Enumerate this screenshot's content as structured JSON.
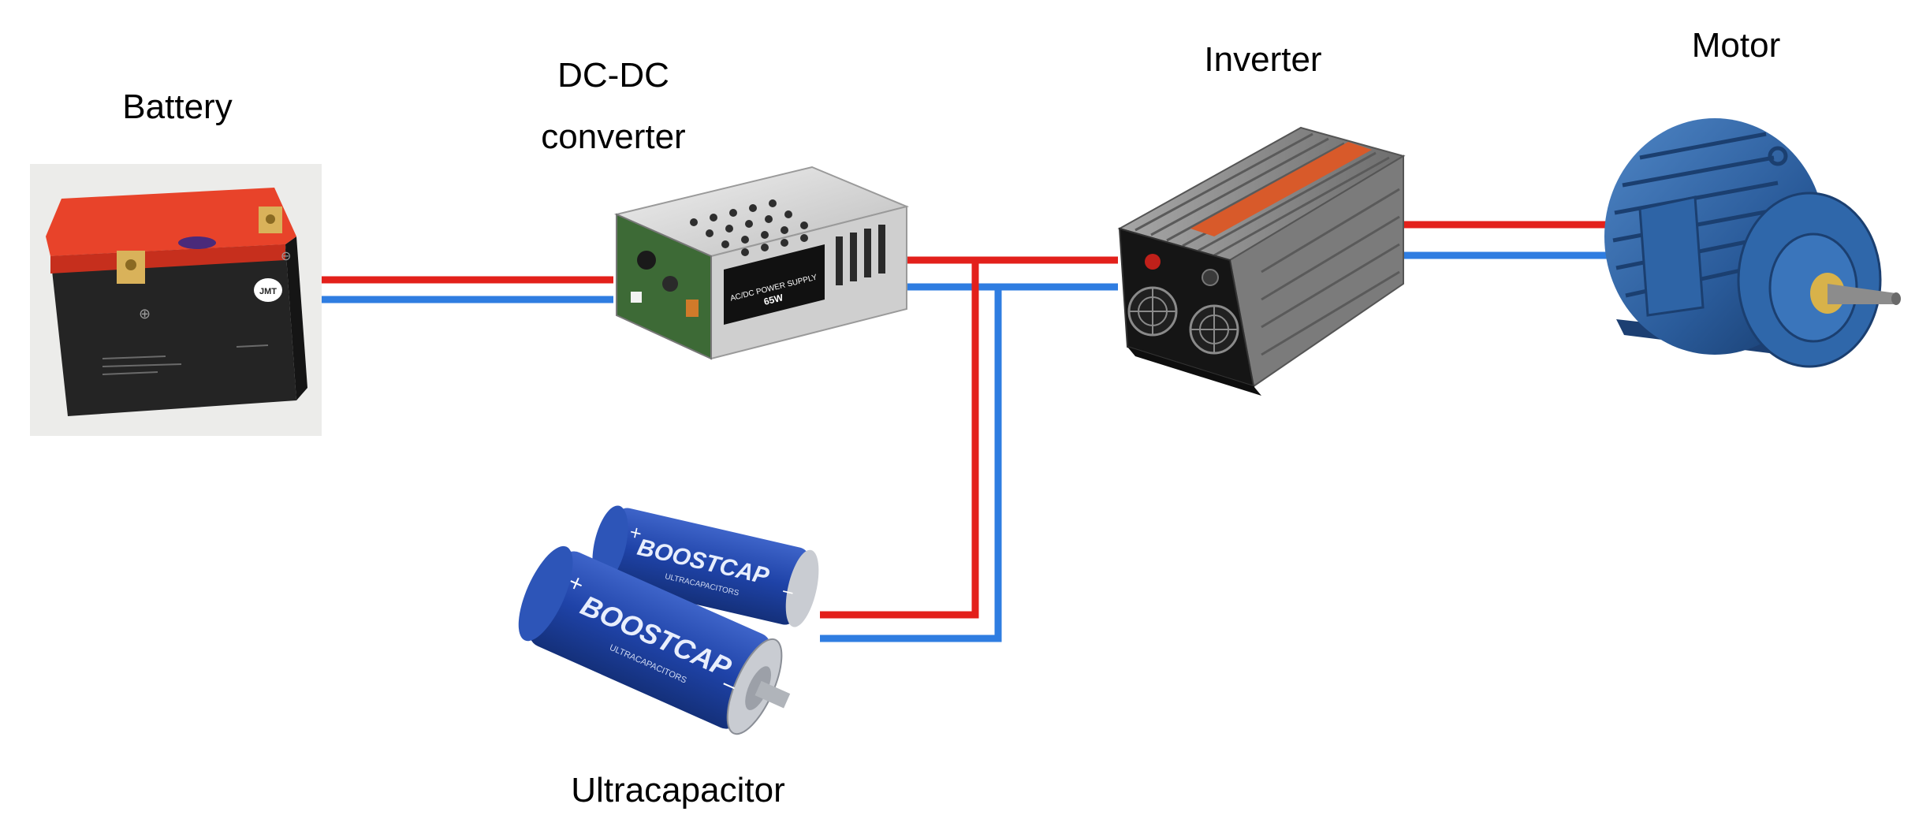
{
  "labels": {
    "battery": "Battery",
    "dcdc_line1": "DC-DC",
    "dcdc_line2": "converter",
    "inverter": "Inverter",
    "motor": "Motor",
    "ultracap": "Ultracapacitor"
  },
  "battery_marks": {
    "brand": "JMT",
    "plus": "⊕",
    "minus": "⊖"
  },
  "converter_marks": {
    "model": "65W",
    "type": "AC/DC POWER SUPPLY"
  },
  "ultracap_marks": {
    "brand": "BOOSTCAP",
    "sub": "ULTRACAPACITORS",
    "plus": "+",
    "minus": "−"
  },
  "colors": {
    "positive_wire": "#e3201b",
    "negative_wire": "#2f7de1",
    "battery_top": "#e8432a",
    "battery_body": "#242424",
    "converter": "#d9d9d9",
    "inverter": "#8e8e8e",
    "inverter_panel": "#151515",
    "motor": "#2a5b9a",
    "ultracap": "#1f43a8"
  }
}
